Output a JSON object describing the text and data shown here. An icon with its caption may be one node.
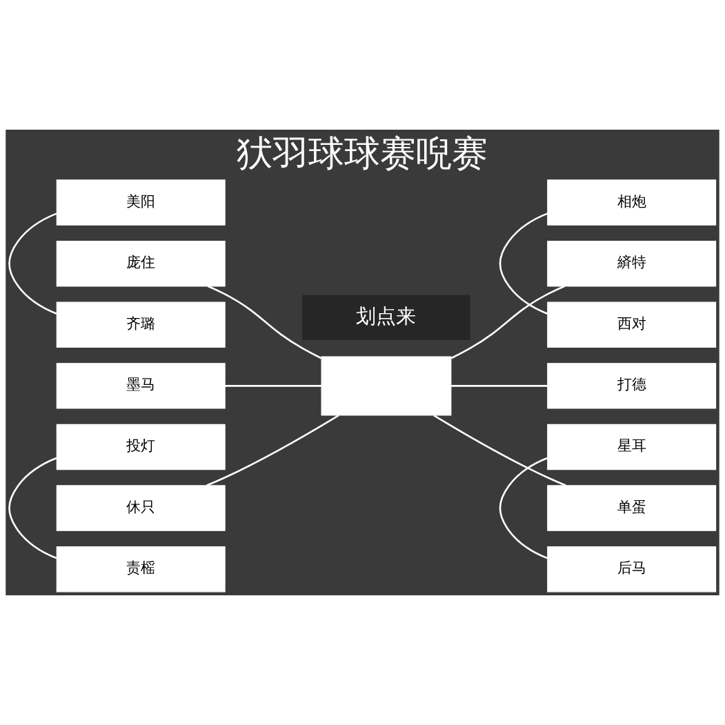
{
  "diagram": {
    "title": "犾羽球球赛唲赛",
    "nodes": [
      {
        "text": [
          "美阳"
        ]
      },
      {
        "text": [
          "庞住"
        ]
      },
      {
        "text": [
          "齐璐"
        ]
      },
      {
        "text": [
          "墨马"
        ]
      },
      {
        "text": [
          "投灯"
        ]
      },
      {
        "text": [
          "休只"
        ]
      },
      {
        "text": [
          "责榣"
        ]
      },
      {
        "text": [],
        "shape": "box"
      },
      {
        "text": [
          "相炮"
        ]
      },
      {
        "text": [
          "緕特"
        ]
      },
      {
        "text": [
          "西对"
        ]
      },
      {
        "text": [
          "打德"
        ]
      },
      {
        "text": [
          "星耳"
        ]
      },
      {
        "text": [
          "单蛋"
        ]
      },
      {
        "text": [
          "后马"
        ]
      }
    ],
    "edges": [
      {
        "from": 0,
        "to": 2,
        "arrow": "none"
      },
      {
        "from": 1,
        "to": 7,
        "arrow": "none"
      },
      {
        "from": 3,
        "to": 7,
        "arrow": "none"
      },
      {
        "from": 5,
        "to": 7,
        "arrow": "none"
      },
      {
        "from": 4,
        "to": 6,
        "arrow": "none"
      },
      {
        "from": 8,
        "to": 10,
        "arrow": "none"
      },
      {
        "from": 7,
        "to": 9,
        "arrow": "none"
      },
      {
        "from": 7,
        "to": 11,
        "arrow": "none"
      },
      {
        "from": 7,
        "to": 13,
        "arrow": "none"
      },
      {
        "from": 12,
        "to": 14,
        "arrow": "none"
      }
    ],
    "labels": [
      "划点来"
    ]
  }
}
